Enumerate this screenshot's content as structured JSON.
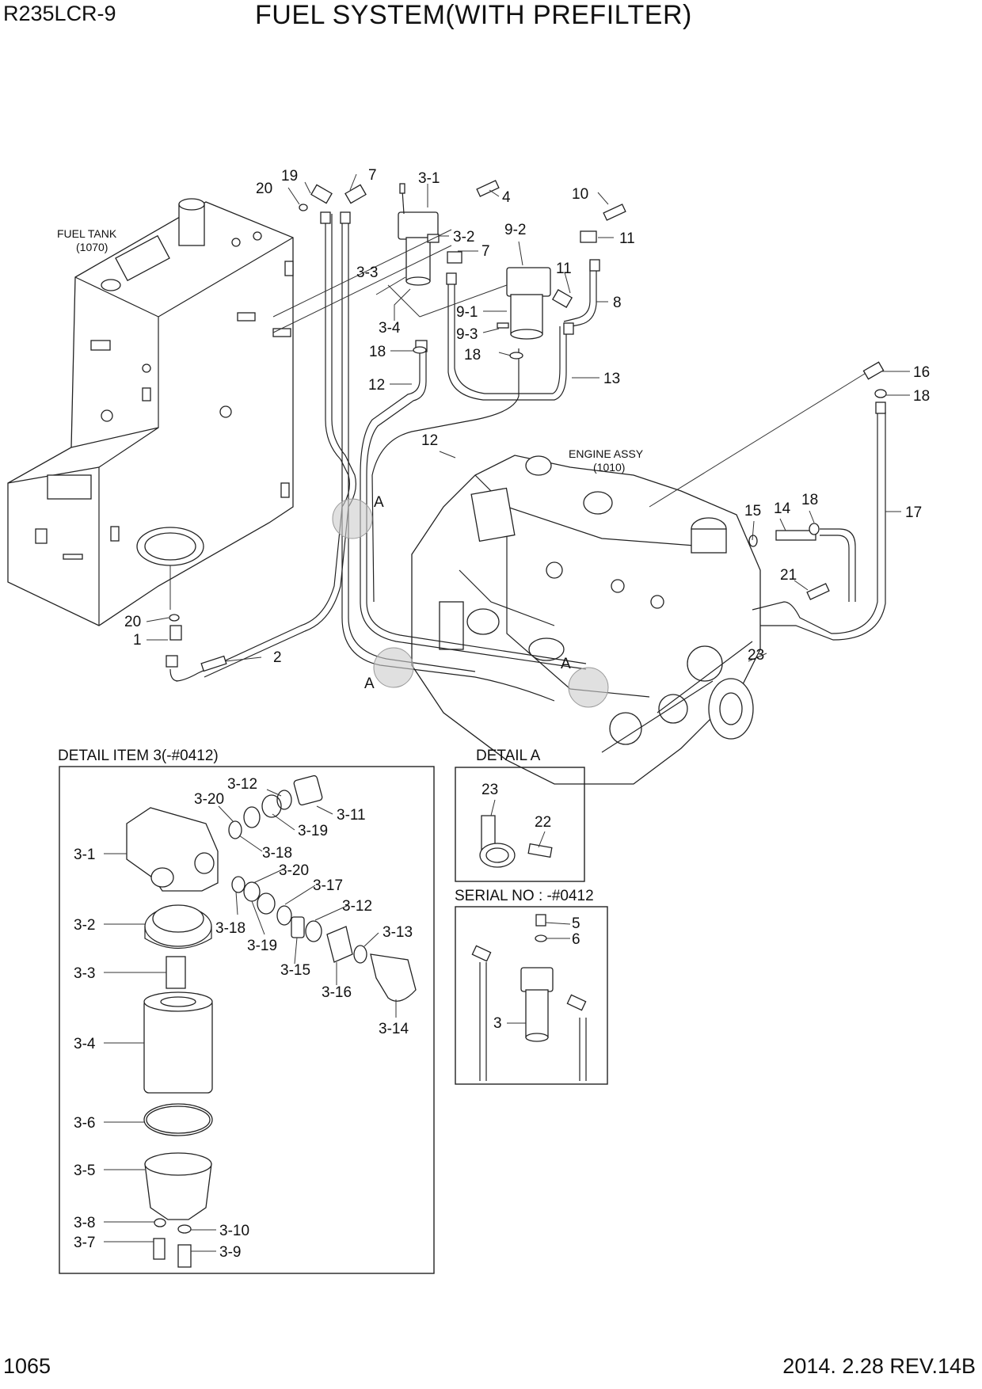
{
  "header": {
    "model": "R235LCR-9",
    "title": "FUEL SYSTEM(WITH PREFILTER)",
    "page_number": "1065",
    "revision": "2014. 2.28  REV.14B"
  },
  "assemblies": {
    "fuel_tank": {
      "name": "FUEL TANK",
      "ref": "(1070)"
    },
    "engine": {
      "name": "ENGINE ASSY",
      "ref": "(1010)"
    }
  },
  "callouts": {
    "main": [
      "1",
      "2",
      "3-1",
      "3-2",
      "3-3",
      "3-4",
      "4",
      "7",
      "7",
      "8",
      "9-1",
      "9-2",
      "9-3",
      "10",
      "11",
      "11",
      "12",
      "12",
      "13",
      "14",
      "15",
      "16",
      "17",
      "18",
      "18",
      "18",
      "18",
      "19",
      "20",
      "20",
      "21",
      "23",
      "A",
      "A",
      "A"
    ],
    "detail_item_3": [
      "3-1",
      "3-2",
      "3-3",
      "3-4",
      "3-5",
      "3-6",
      "3-7",
      "3-8",
      "3-9",
      "3-10",
      "3-11",
      "3-12",
      "3-12",
      "3-13",
      "3-14",
      "3-15",
      "3-16",
      "3-17",
      "3-18",
      "3-18",
      "3-19",
      "3-19",
      "3-20",
      "3-20"
    ],
    "detail_a": [
      "22",
      "23"
    ],
    "serial_detail": [
      "3",
      "5",
      "6"
    ]
  },
  "panels": {
    "detail_item_3": {
      "title": "DETAIL ITEM 3(-#0412)"
    },
    "detail_a": {
      "title": "DETAIL  A"
    },
    "serial_detail": {
      "title": "SERIAL NO : -#0412"
    }
  }
}
